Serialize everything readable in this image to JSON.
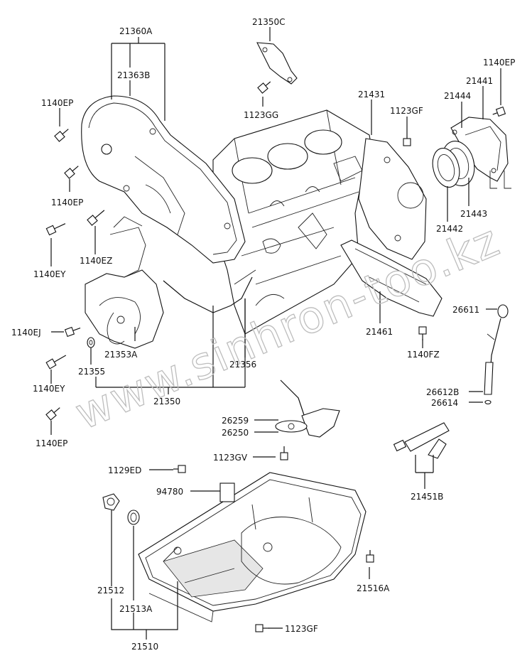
{
  "watermark": "www.sinhron-too.kz",
  "labels": {
    "p21360A": "21360A",
    "p21363B": "21363B",
    "p1140EP_a": "1140EP",
    "p1140EP_b": "1140EP",
    "p1140EZ": "1140EZ",
    "p1140EY_a": "1140EY",
    "p1140EJ": "1140EJ",
    "p21353A": "21353A",
    "p21355": "21355",
    "p1140EY_b": "1140EY",
    "p1140EP_c": "1140EP",
    "p21350": "21350",
    "p21356": "21356",
    "p21350C": "21350C",
    "p1123GG": "1123GG",
    "p21431": "21431",
    "p1123GF_a": "1123GF",
    "p1140EP_d": "1140EP",
    "p21441": "21441",
    "p21444": "21444",
    "p21443": "21443",
    "p21442": "21442",
    "p21461": "21461",
    "p1140FZ": "1140FZ",
    "p26611": "26611",
    "p26612B": "26612B",
    "p26614": "26614",
    "p26259": "26259",
    "p26250": "26250",
    "p1123GV": "1123GV",
    "p1129ED": "1129ED",
    "p94780": "94780",
    "p21451B": "21451B",
    "p21512": "21512",
    "p21513A": "21513A",
    "p21510": "21510",
    "p21516A": "21516A",
    "p1123GF_b": "1123GF"
  }
}
